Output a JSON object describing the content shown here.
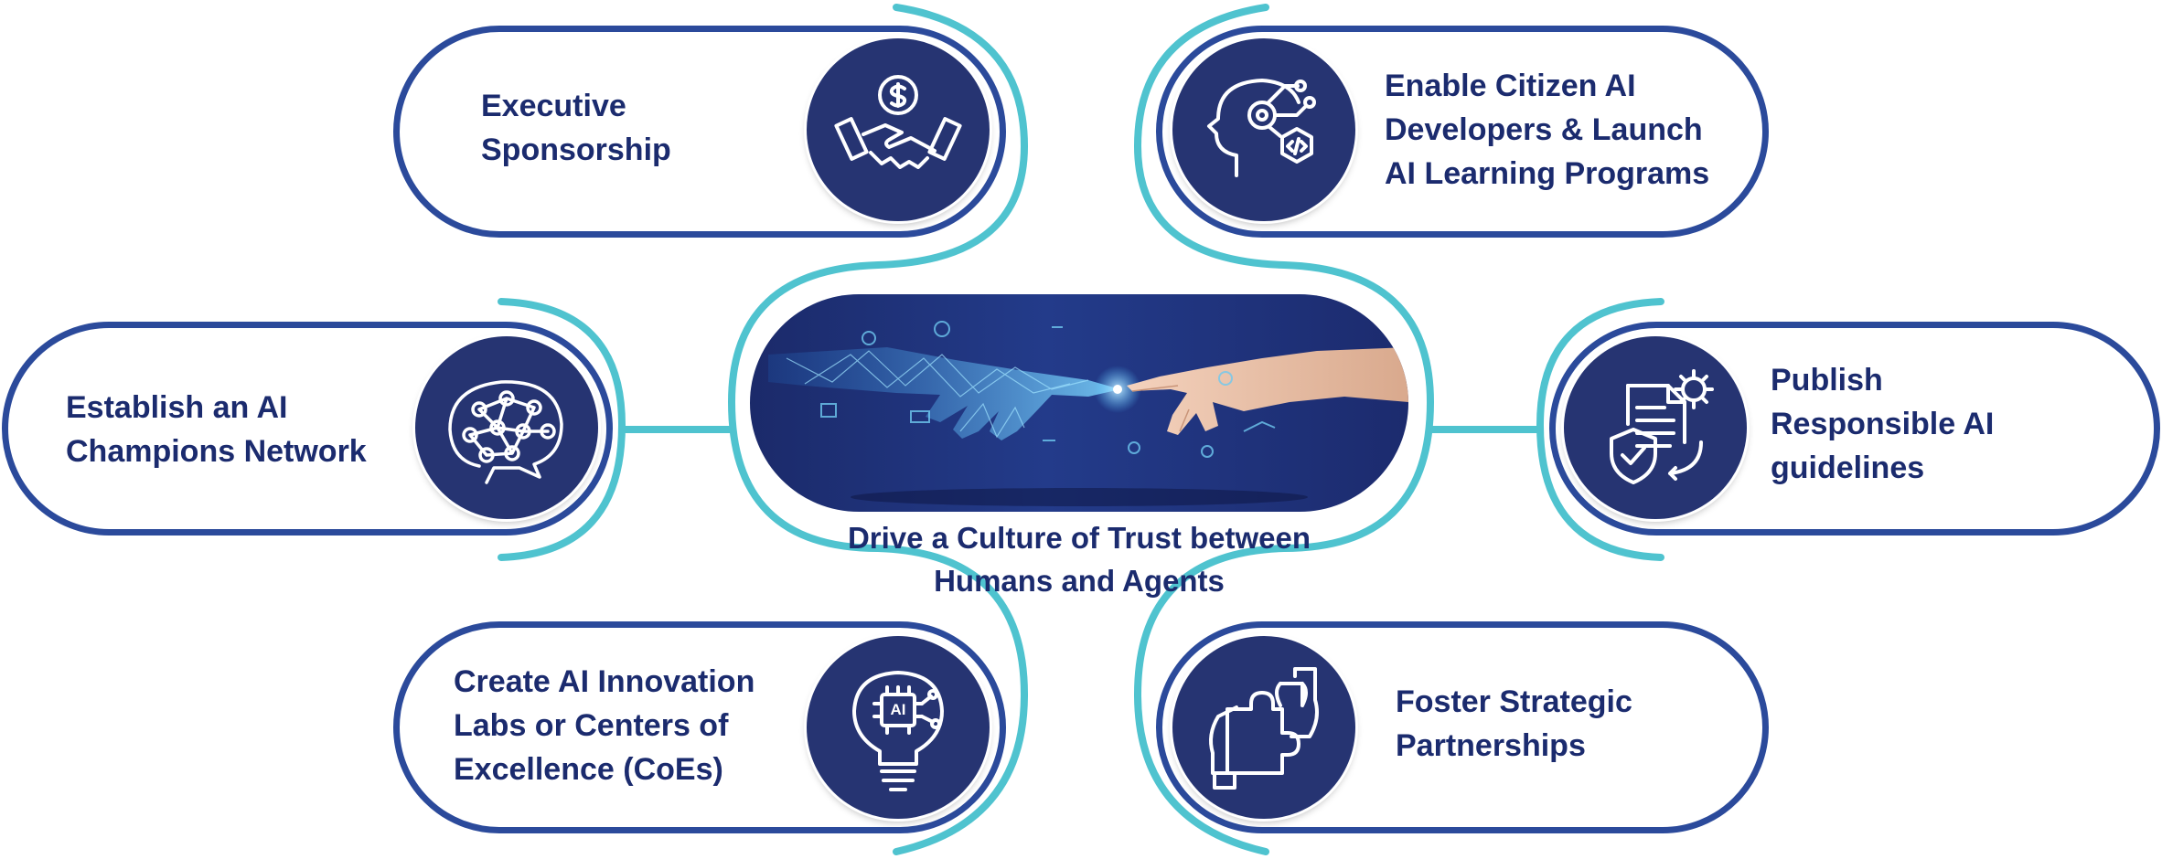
{
  "center": {
    "caption": "Drive a Culture of Trust between\nHumans and Agents",
    "image": "ai-hand-touching-human-hand-image"
  },
  "items": [
    {
      "label": "Executive\nSponsorship",
      "icon": "handshake-dollar-icon"
    },
    {
      "label": "Enable Citizen AI\nDevelopers & Launch\nAI  Learning Programs",
      "icon": "ai-head-code-icon"
    },
    {
      "label": "Establish an AI\nChampions Network",
      "icon": "brain-network-icon"
    },
    {
      "label": "Publish\nResponsible AI\nguidelines",
      "icon": "document-shield-gear-icon"
    },
    {
      "label": "Create AI Innovation\nLabs or Centers of\nExcellence (CoEs)",
      "icon": "ai-lightbulb-icon"
    },
    {
      "label": "Foster Strategic\nPartnerships",
      "icon": "puzzle-hands-icon"
    }
  ],
  "badge_text": {
    "ai_chip": "AI"
  },
  "colors": {
    "navy": "#263472",
    "border_blue": "#2b4a9b",
    "teal": "#4fc3cf",
    "text": "#1b2b6e"
  }
}
